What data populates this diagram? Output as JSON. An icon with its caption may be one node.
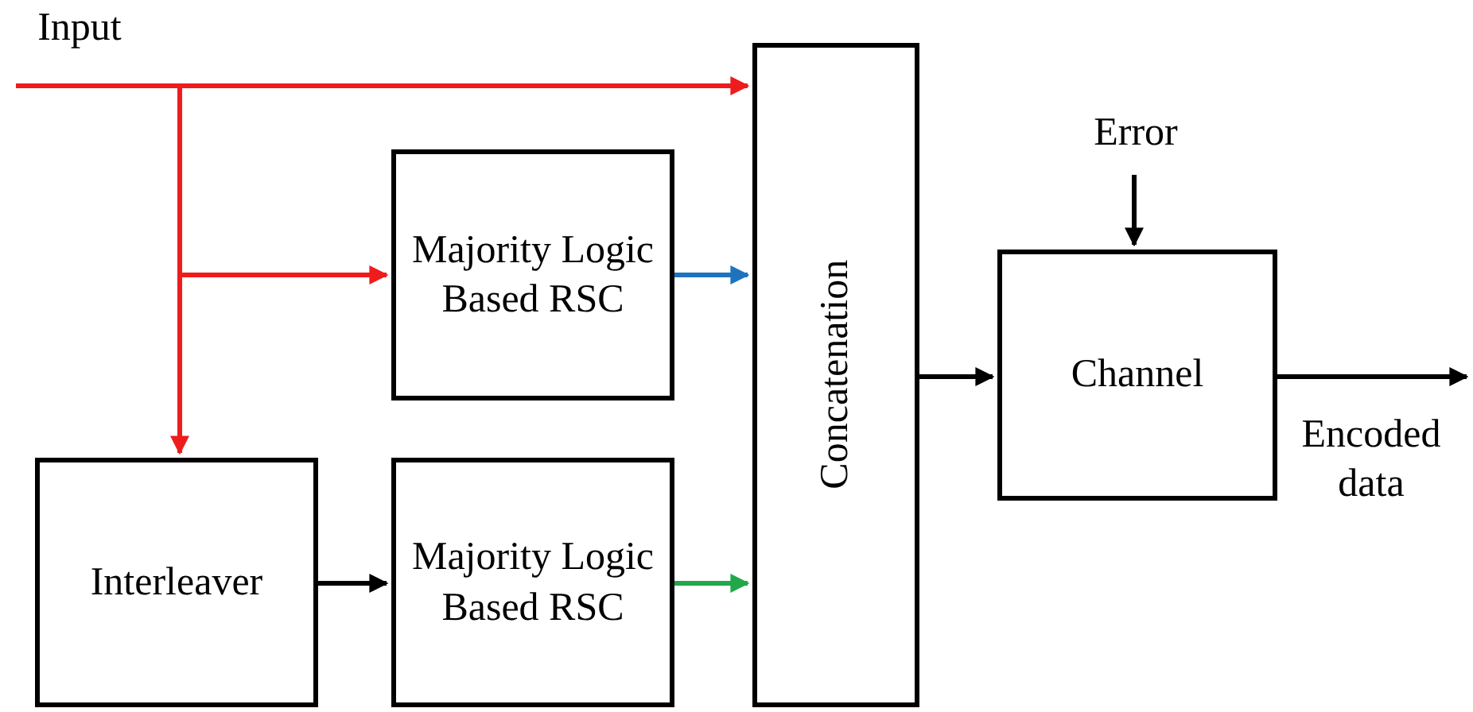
{
  "diagram": {
    "nodes": [
      {
        "text": [
          "Input"
        ]
      },
      {
        "text": [
          "Majority Logic Based RSC"
        ]
      },
      {
        "text": [
          "Interleaver"
        ]
      },
      {
        "text": [
          "Majority Logic Based RSC"
        ]
      },
      {
        "text": [
          "Concatenation"
        ]
      },
      {
        "text": [
          "Error"
        ]
      },
      {
        "text": [
          "Channel"
        ]
      },
      {
        "text": [
          "Encoded data"
        ]
      }
    ],
    "edges": [
      {
        "from": 0,
        "to": 4,
        "arrow": "to",
        "color": "#ee1c1c"
      },
      {
        "from": 0,
        "to": 1,
        "arrow": "to",
        "color": "#ee1c1c"
      },
      {
        "from": 0,
        "to": 2,
        "arrow": "to",
        "color": "#ee1c1c"
      },
      {
        "from": 1,
        "to": 4,
        "arrow": "to",
        "color": "#1e73be"
      },
      {
        "from": 2,
        "to": 3,
        "arrow": "to"
      },
      {
        "from": 3,
        "to": 4,
        "arrow": "to",
        "color": "#22a84a"
      },
      {
        "from": 4,
        "to": 6,
        "arrow": "to"
      },
      {
        "from": 5,
        "to": 6,
        "arrow": "to"
      },
      {
        "from": 6,
        "to": 7,
        "arrow": "to"
      }
    ]
  }
}
